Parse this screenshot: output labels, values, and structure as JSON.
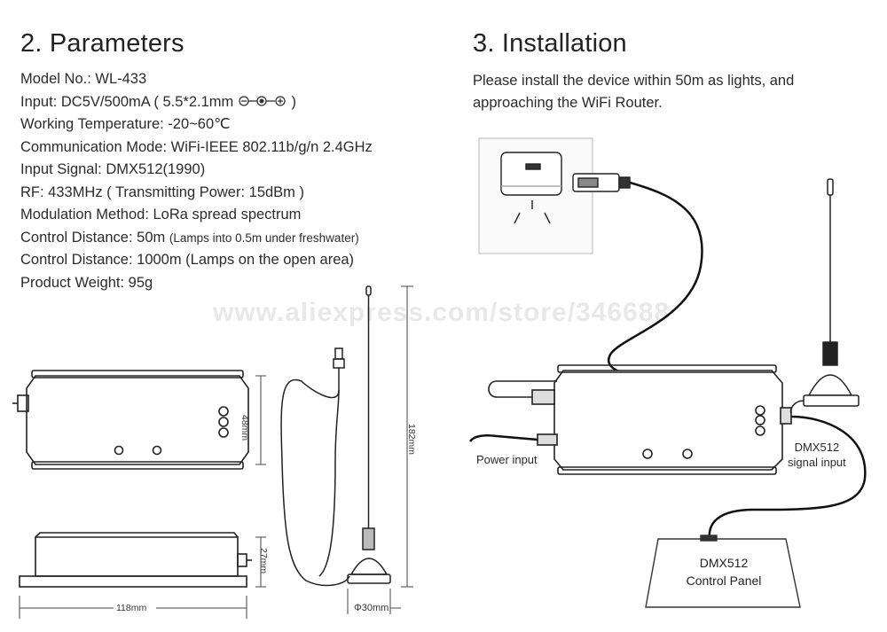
{
  "parameters": {
    "heading": "2. Parameters",
    "lines": [
      "Model No.: WL-433",
      "Input: DC5V/500mA ( 5.5*2.1mm",
      "Working Temperature: -20~60℃",
      "Communication Mode: WiFi-IEEE 802.11b/g/n 2.4GHz",
      "Input Signal: DMX512(1990)",
      "RF: 433MHz ( Transmitting Power: 15dBm )",
      "Modulation Method: LoRa spread spectrum",
      "Control Distance: 50m",
      "Control Distance: 1000m (Lamps on the open area)",
      "Product Weight: 95g"
    ],
    "input_suffix": ")",
    "distance_note": "(Lamps into 0.5m under freshwater)"
  },
  "installation": {
    "heading": "3. Installation",
    "line1": "Please install the device within 50m as lights, and",
    "line2": "approaching the WiFi Router.",
    "power_input_label": "Power input",
    "dmx_signal_label_1": "DMX512",
    "dmx_signal_label_2": "signal input",
    "control_panel_1": "DMX512",
    "control_panel_2": "Control Panel"
  },
  "dimensions": {
    "width": "118mm",
    "height_front": "48mm",
    "height_side": "27mm",
    "antenna_height": "182mm",
    "antenna_base": "Φ30mm"
  },
  "watermark": "www.aliexpress.com/store/346688"
}
